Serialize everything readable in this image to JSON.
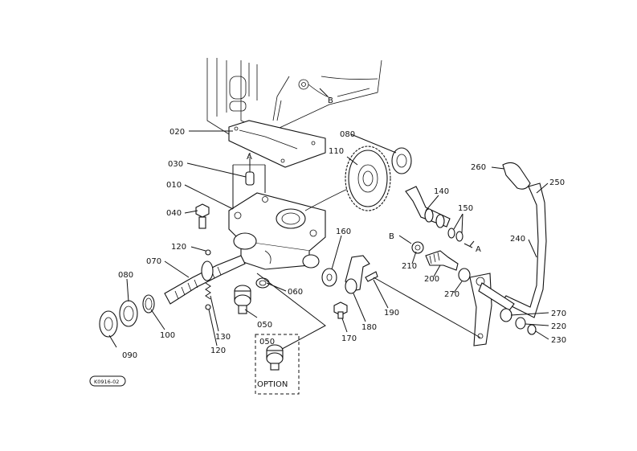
{
  "callouts": {
    "p020": "020",
    "p030": "030",
    "p010": "010",
    "p040": "040",
    "p120a": "120",
    "p070": "070",
    "p080a": "080",
    "p100": "100",
    "p090": "090",
    "p130": "130",
    "p120b": "120",
    "p050a": "050",
    "p060": "060",
    "p080b": "080",
    "p110": "110",
    "p140": "140",
    "p150": "150",
    "p160": "160",
    "p210": "210",
    "p200": "200",
    "p270a": "270",
    "p190": "190",
    "p180": "180",
    "p170": "170",
    "p260": "260",
    "p250": "250",
    "p240": "240",
    "p270b": "270",
    "p220": "220",
    "p230": "230"
  },
  "refs": {
    "b_top": "B",
    "a_left": "A",
    "a_right": "A",
    "b_left": "B"
  },
  "option_box": {
    "part": "050",
    "label": "OPTION"
  },
  "figure_code": "K0916-02"
}
